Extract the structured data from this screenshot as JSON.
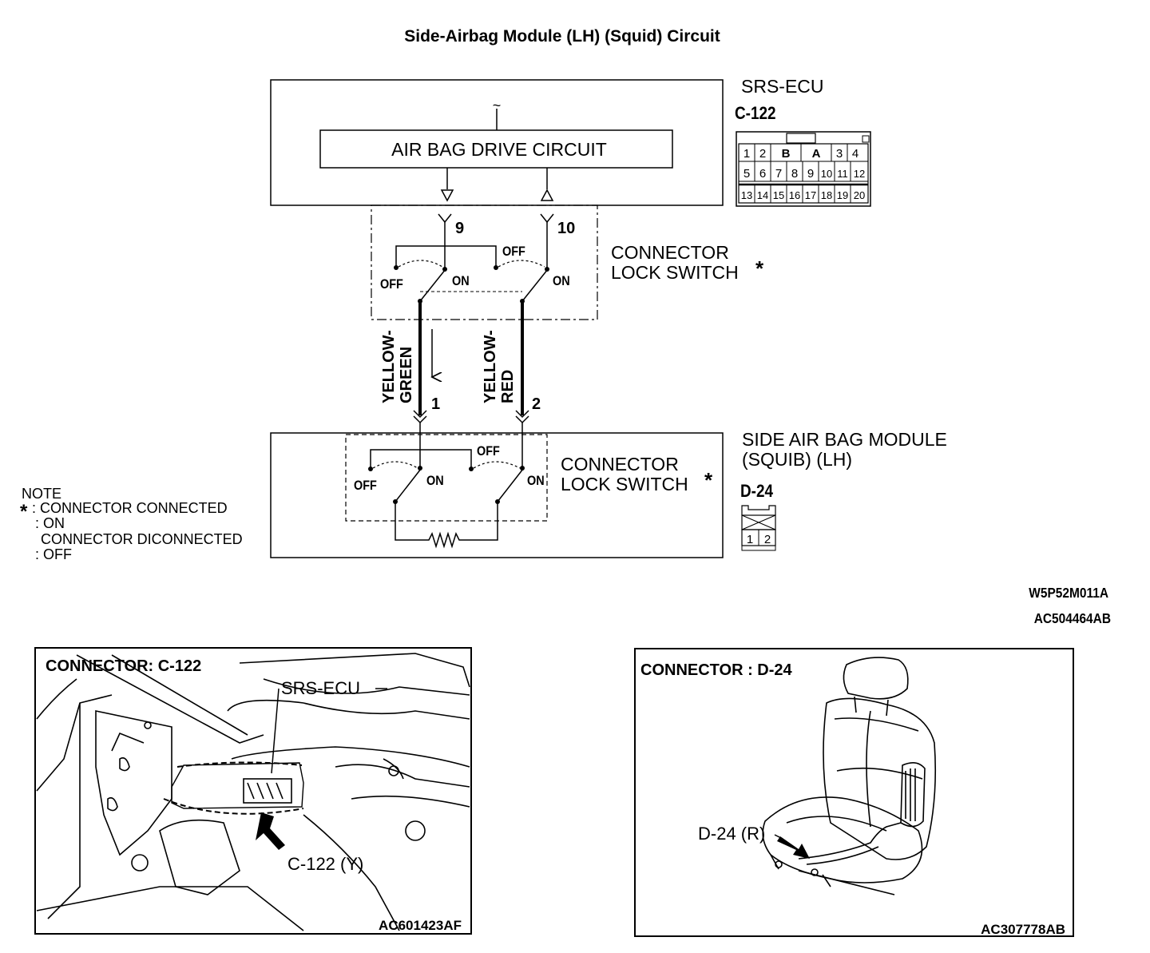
{
  "title": "Side-Airbag Module (LH) (Squid) Circuit",
  "ecu": {
    "name": "SRS-ECU",
    "connector_id": "C-122",
    "drive_circuit_label": "AIR BAG DRIVE CIRCUIT",
    "ground_symbol": "~",
    "pins": {
      "left": "9",
      "right": "10"
    },
    "connector_pins": {
      "row1": [
        "1",
        "2",
        "B",
        "A",
        "3",
        "4"
      ],
      "row2": [
        "5",
        "6",
        "7",
        "8",
        "9",
        "10",
        "11",
        "12"
      ],
      "row3": [
        "13",
        "14",
        "15",
        "16",
        "17",
        "18",
        "19",
        "20"
      ]
    }
  },
  "ecu_lock_switch": {
    "label_line1": "CONNECTOR",
    "label_line2": "LOCK SWITCH",
    "asterisk": "*",
    "off": "OFF",
    "on": "ON"
  },
  "wires": {
    "left": {
      "line1": "YELLOW-",
      "line2": "GREEN",
      "pin": "1"
    },
    "right": {
      "line1": "YELLOW-",
      "line2": "RED",
      "pin": "2"
    }
  },
  "module": {
    "name_line1": "SIDE AIR BAG MODULE",
    "name_line2": "(SQUIB) (LH)",
    "connector_id": "D-24",
    "connector_pins": [
      "1",
      "2"
    ]
  },
  "module_lock_switch": {
    "label_line1": "CONNECTOR",
    "label_line2": "LOCK SWITCH",
    "asterisk": "*",
    "off": "OFF",
    "on": "ON"
  },
  "note": {
    "heading": "NOTE",
    "asterisk": "*",
    "line1": ": CONNECTOR CONNECTED",
    "line2": ": ON",
    "line3": "CONNECTOR DICONNECTED",
    "line4": ": OFF"
  },
  "codes": {
    "diagram_code": "W5P52M011A",
    "ref_code": "AC504464AB"
  },
  "panel_c122": {
    "title": "CONNECTOR: C-122",
    "ecu_label": "SRS-ECU",
    "callout": "C-122 (Y)",
    "code": "AC601423AF"
  },
  "panel_d24": {
    "title": "CONNECTOR : D-24",
    "callout": "D-24 (R)",
    "code": "AC307778AB"
  }
}
